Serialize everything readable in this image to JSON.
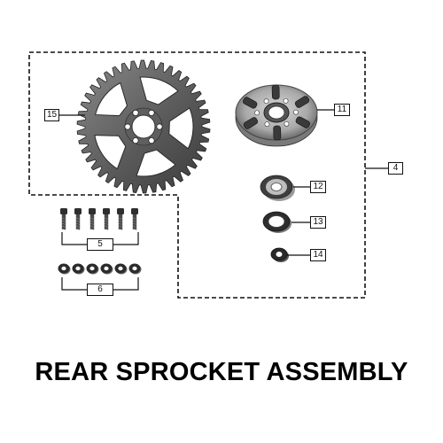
{
  "title": "REAR SPROCKET ASSEMBLY",
  "callouts": {
    "assembly": "4",
    "bolts": "5",
    "nuts": "6",
    "hub": "11",
    "bearing": "12",
    "oil_seal": "13",
    "spacer": "14",
    "sprocket": "15"
  },
  "colors": {
    "line": "#111111",
    "metal_dark": "#3a3a3a",
    "metal_mid": "#6d6d6d",
    "metal_light": "#b8b8b8"
  }
}
